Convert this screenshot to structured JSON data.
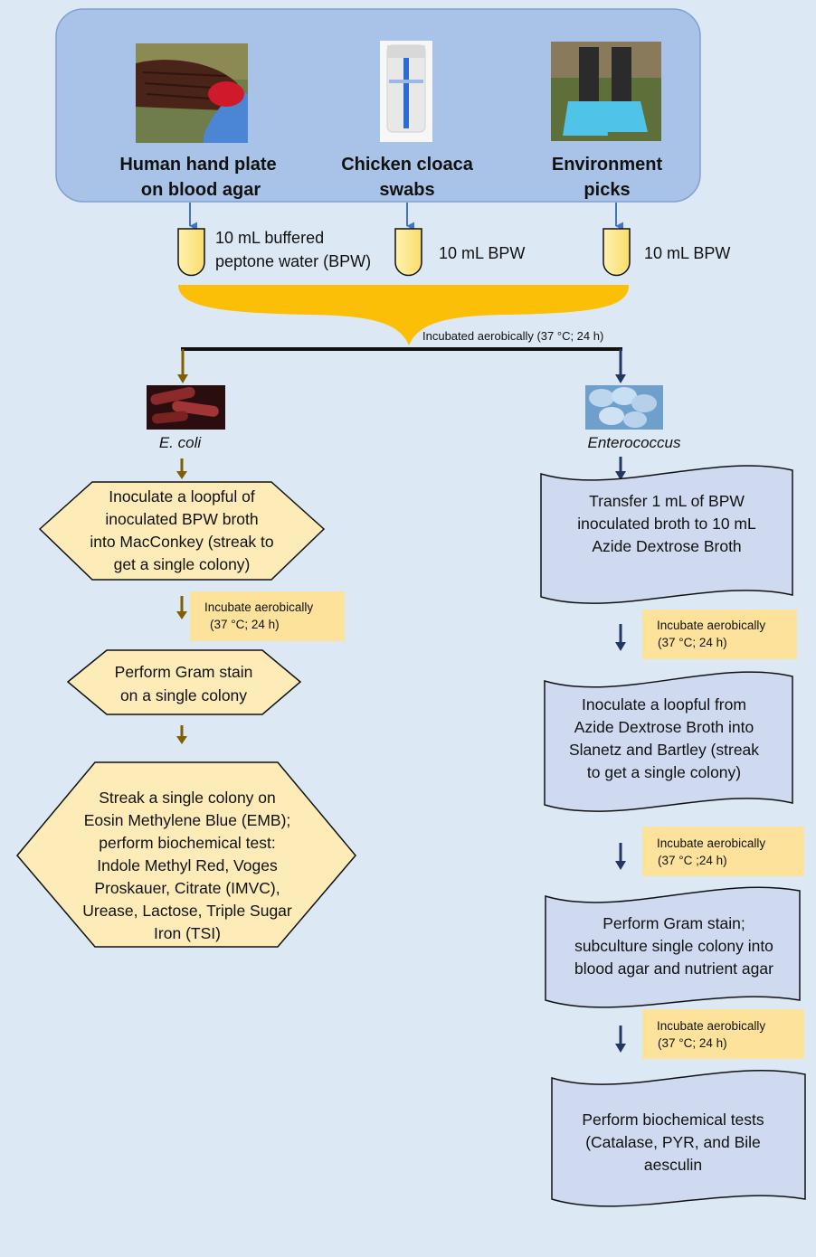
{
  "sources": {
    "hand": {
      "label_lines": [
        "Human hand plate",
        "on blood agar"
      ],
      "tube_label_lines": [
        "10 mL buffered",
        "peptone water (BPW)"
      ]
    },
    "cloaca": {
      "label_lines": [
        "Chicken cloaca",
        "swabs"
      ],
      "tube_label": "10 mL BPW"
    },
    "environment": {
      "label_lines": [
        "Environment",
        "picks"
      ],
      "tube_label": "10 mL BPW"
    }
  },
  "incubation_main": "Incubated aerobically (37 °C; 24 h)",
  "ecoli": {
    "organism": "E. coli",
    "step1_lines": [
      "Inoculate a loopful of",
      "inoculated BPW broth",
      "into MacConkey (streak to",
      "get a single colony)"
    ],
    "incubate_lines": [
      "Incubate aerobically",
      "(37 °C; 24 h)"
    ],
    "step2_lines": [
      "Perform Gram stain",
      "on a single colony"
    ],
    "step3_lines": [
      "Streak a single colony on",
      "Eosin Methylene Blue (EMB);",
      "perform biochemical test:",
      "Indole Methyl Red, Voges",
      "Proskauer, Citrate (IMVC),",
      "Urease, Lactose, Triple Sugar",
      "Iron (TSI)"
    ]
  },
  "enterococcus": {
    "organism": "Enterococcus",
    "step1_lines": [
      "Transfer 1 mL of BPW",
      "inoculated broth to 10 mL",
      "Azide Dextrose Broth"
    ],
    "incubate1_lines": [
      "Incubate aerobically",
      "(37 °C; 24 h)"
    ],
    "step2_lines": [
      "Inoculate a loopful from",
      "Azide Dextrose  Broth into",
      "Slanetz and Bartley (streak",
      "to get a single colony)"
    ],
    "incubate2_lines": [
      "Incubate aerobically",
      "(37 °C ;24 h)"
    ],
    "step3_lines": [
      "Perform Gram stain;",
      "subculture single colony into",
      "blood agar and nutrient agar"
    ],
    "incubate3_lines": [
      "Incubate aerobically",
      "(37 °C; 24  h)"
    ],
    "step4_lines": [
      "Perform biochemical tests",
      "(Catalase, PYR, and Bile",
      "aesculin"
    ]
  },
  "colors": {
    "background": "#dde8f5",
    "top_panel": "#a9c3e8",
    "shape_fill": "#fdebb8",
    "doc_fill": "#cfdaf0",
    "incubate_fill": "#fde29b",
    "funnel": "#fbbf07",
    "ecoli_arrow": "#7f5f00",
    "entero_arrow": "#1f3864",
    "source_arrow": "#4472c4"
  }
}
